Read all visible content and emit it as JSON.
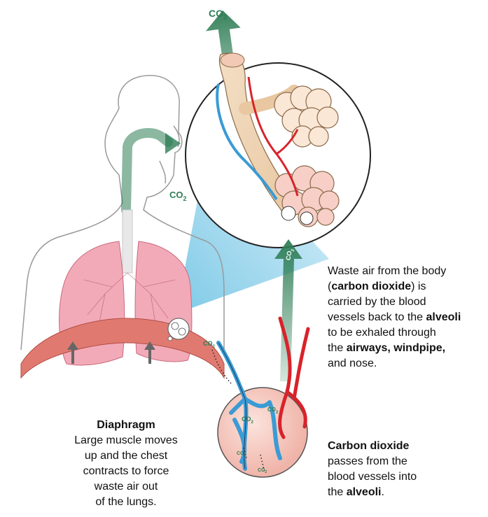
{
  "labels": {
    "co2": "CO",
    "co2_sub": "2"
  },
  "diaphragm": {
    "title": "Diaphragm",
    "line1": "Large muscle moves",
    "line2": "up and the chest",
    "line3": "contracts to force",
    "line4": "waste air out",
    "line5": "of the lungs."
  },
  "waste_air": {
    "l1": "Waste air from the body",
    "l2a": "(",
    "l2b": "carbon dioxide",
    "l2c": ") is",
    "l3": "carried by the blood",
    "l4a": "vessels back to the ",
    "l4b": "alveoli",
    "l5": "to be exhaled through",
    "l6a": "the ",
    "l6b": "airways, windpipe,",
    "l7": "and nose."
  },
  "carbon_dioxide": {
    "l1": "Carbon dioxide",
    "l2": "passes from the",
    "l3": "blood vessels into",
    "l4a": "the ",
    "l4b": "alveoli",
    "l4c": "."
  },
  "colors": {
    "co2_green": "#2e7d55",
    "lung_pink": "#f2aab8",
    "vein_blue": "#3a9bd5",
    "artery_red": "#d8232a",
    "alveoli_pink": "#f7cfc7"
  }
}
